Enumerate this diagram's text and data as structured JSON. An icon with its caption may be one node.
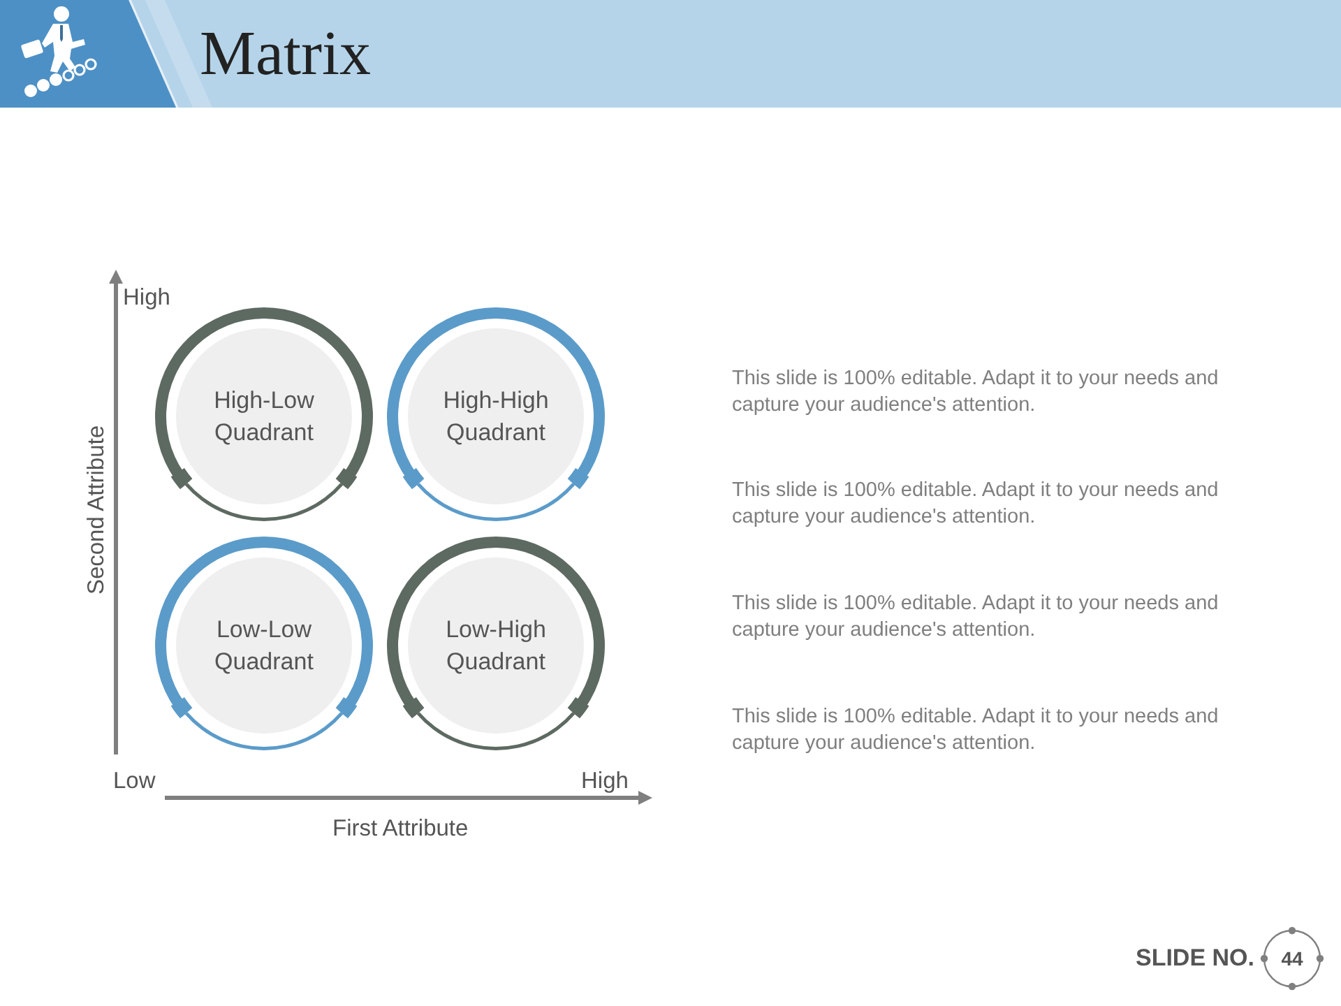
{
  "diagram": {
    "title": "Matrix",
    "nodes": [
      {
        "text": [
          "High-Low Quadrant"
        ]
      },
      {
        "text": [
          "High-High Quadrant"
        ]
      },
      {
        "text": [
          "Low-Low Quadrant"
        ]
      },
      {
        "text": [
          "Low-High Quadrant"
        ]
      },
      {
        "text": [
          "44"
        ],
        "beside": [
          "SLIDE NO."
        ]
      }
    ],
    "labels": [
      "High",
      "Second Attribute",
      "This slide is 100% editable. Adapt it to your needs and capture your audience's attention.",
      "This slide is 100% editable. Adapt it to your needs and capture your audience's attention.",
      "This slide is 100% editable. Adapt it to your needs and capture your audience's attention.",
      "This slide is 100% editable. Adapt it to your needs and capture your audience's attention.",
      "Low",
      "High",
      "First Attribute"
    ]
  }
}
